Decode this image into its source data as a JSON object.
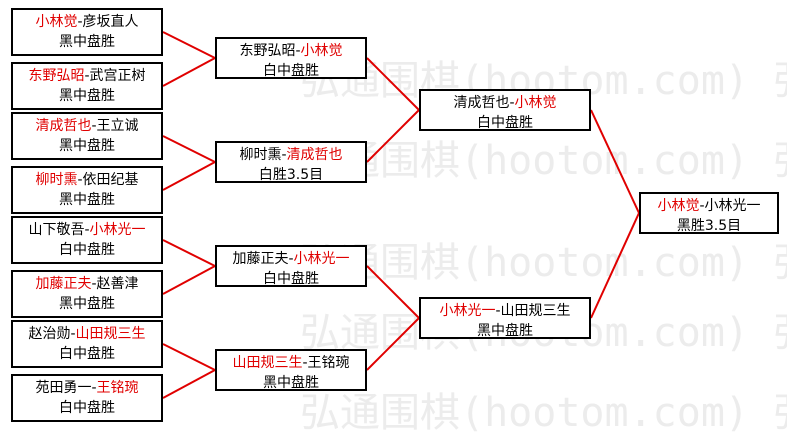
{
  "watermark": "弘通围棋(hootom.com) 弘通",
  "colors": {
    "winner": "#e00000",
    "line": "#e00000",
    "border": "#000000"
  },
  "round1": [
    {
      "a": "小林觉",
      "b": "彦坂直人",
      "winner": "a",
      "result": "黑中盘胜"
    },
    {
      "a": "东野弘昭",
      "b": "武宫正树",
      "winner": "a",
      "result": "黑中盘胜"
    },
    {
      "a": "清成哲也",
      "b": "王立诚",
      "winner": "a",
      "result": "黑中盘胜"
    },
    {
      "a": "柳时熏",
      "b": "依田纪基",
      "winner": "a",
      "result": "黑中盘胜"
    },
    {
      "a": "山下敬吾",
      "b": "小林光一",
      "winner": "b",
      "result": "白中盘胜"
    },
    {
      "a": "加藤正夫",
      "b": "赵善津",
      "winner": "a",
      "result": "黑中盘胜"
    },
    {
      "a": "赵治勋",
      "b": "山田规三生",
      "winner": "b",
      "result": "白中盘胜"
    },
    {
      "a": "苑田勇一",
      "b": "王铭琬",
      "winner": "b",
      "result": "白中盘胜"
    }
  ],
  "round2": [
    {
      "a": "东野弘昭",
      "b": "小林觉",
      "winner": "b",
      "result": "白中盘胜"
    },
    {
      "a": "柳时熏",
      "b": "清成哲也",
      "winner": "b",
      "result": "白胜3.5目"
    },
    {
      "a": "加藤正夫",
      "b": "小林光一",
      "winner": "b",
      "result": "白中盘胜"
    },
    {
      "a": "山田规三生",
      "b": "王铭琬",
      "winner": "a",
      "result": "黑中盘胜"
    }
  ],
  "round3": [
    {
      "a": "清成哲也",
      "b": "小林觉",
      "winner": "b",
      "result": "白中盘胜"
    },
    {
      "a": "小林光一",
      "b": "山田规三生",
      "winner": "a",
      "result": "黑中盘胜"
    }
  ],
  "final": [
    {
      "a": "小林觉",
      "b": "小林光一",
      "winner": "a",
      "result": "黑胜3.5目"
    }
  ]
}
